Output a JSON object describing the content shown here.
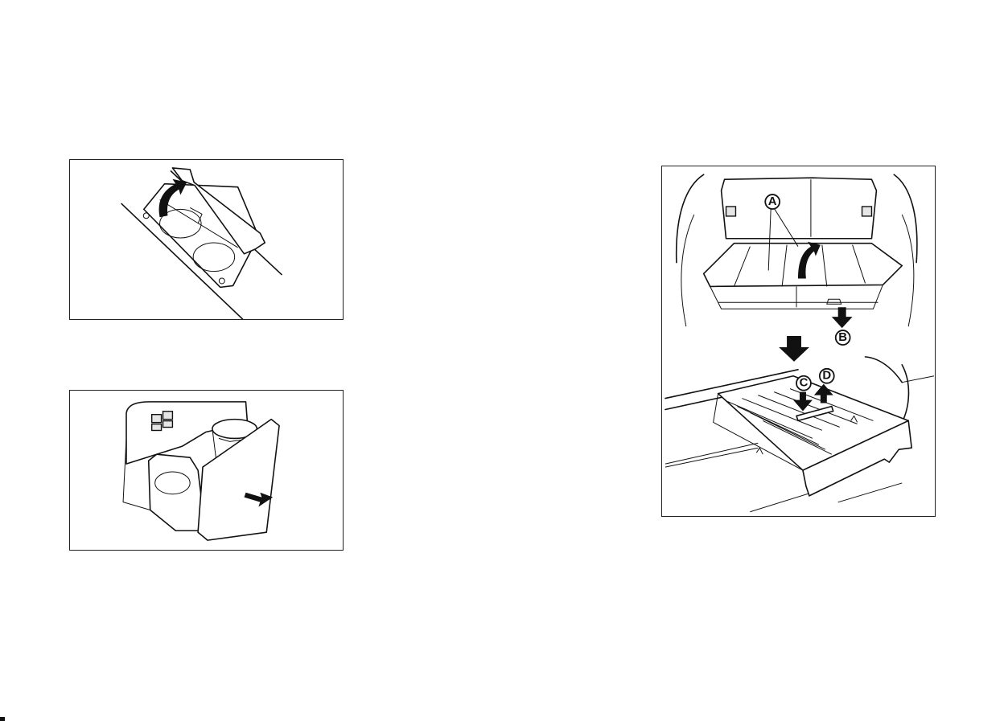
{
  "figures": {
    "cupholder_front": {
      "icons": [
        "curved-arrow-icon"
      ]
    },
    "cupholder_rear": {
      "icons": [
        "pull-arrow-icon"
      ]
    },
    "cargo_area": {
      "callouts": {
        "a": "A",
        "b": "B",
        "c": "C",
        "d": "D"
      },
      "icons": [
        "curved-arrow-icon",
        "down-arrow-icon",
        "up-arrow-icon"
      ]
    }
  }
}
